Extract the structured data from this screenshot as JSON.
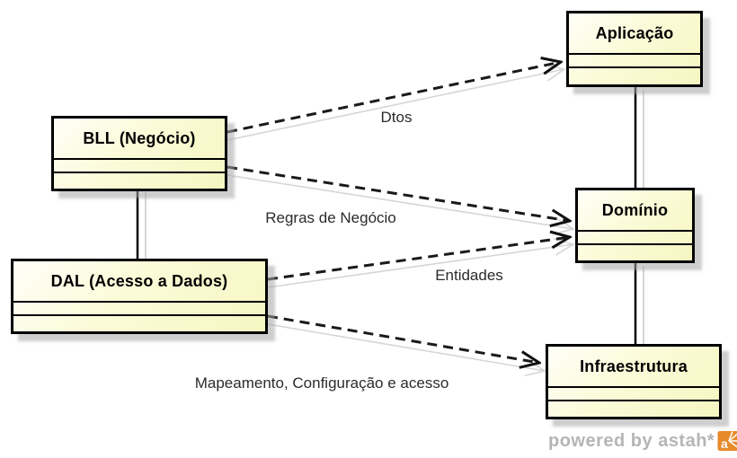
{
  "diagram": {
    "type": "uml-class-diagram",
    "classes": [
      {
        "id": "bll",
        "name": "BLL (Negócio)"
      },
      {
        "id": "dal",
        "name": "DAL (Acesso a Dados)"
      },
      {
        "id": "aplicacao",
        "name": "Aplicação"
      },
      {
        "id": "dominio",
        "name": "Domínio"
      },
      {
        "id": "infraestrutura",
        "name": "Infraestrutura"
      }
    ],
    "dependencies": [
      {
        "from": "BLL (Negócio)",
        "to": "Aplicação",
        "label": "Dtos",
        "style": "dashed-arrow"
      },
      {
        "from": "BLL (Negócio)",
        "to": "Domínio",
        "label": "Regras de Negócio",
        "style": "dashed-arrow"
      },
      {
        "from": "DAL (Acesso a Dados)",
        "to": "Domínio",
        "label": "Entidades",
        "style": "dashed-arrow"
      },
      {
        "from": "DAL (Acesso a Dados)",
        "to": "Infraestrutura",
        "label": "Mapeamento, Configuração e acesso",
        "style": "dashed-arrow"
      }
    ],
    "associations": [
      {
        "from": "BLL (Negócio)",
        "to": "DAL (Acesso a Dados)",
        "style": "solid-line"
      },
      {
        "from": "Aplicação",
        "to": "Domínio",
        "style": "solid-line"
      },
      {
        "from": "Domínio",
        "to": "Infraestrutura",
        "style": "solid-line"
      }
    ],
    "colors": {
      "class_fill_light": "#fffef8",
      "class_fill": "#f6f6c2",
      "border": "#000000",
      "shadow": "#c9c9c9",
      "line_shadow": "#d6d6d6",
      "watermark_gray": "#b5b5b5",
      "logo_orange": "#e78a2b"
    }
  },
  "watermark": {
    "text": "powered by astah*",
    "logo": "astah-logo-icon"
  }
}
